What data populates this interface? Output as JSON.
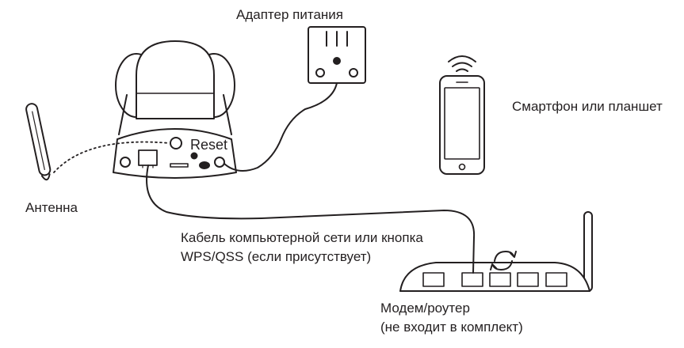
{
  "labels": {
    "power_adapter": "Адаптер питания",
    "smartphone": "Смартфон или планшет",
    "reset": "Reset",
    "antenna": "Антенна",
    "cable_line1": "Кабель компьютерной сети или кнопка",
    "cable_line2": "WPS/QSS (если присутствует)",
    "router_line1": "Модем/роутер",
    "router_line2": "(не входит в комплект)"
  },
  "colors": {
    "line": "#231f20",
    "background": "#ffffff"
  }
}
